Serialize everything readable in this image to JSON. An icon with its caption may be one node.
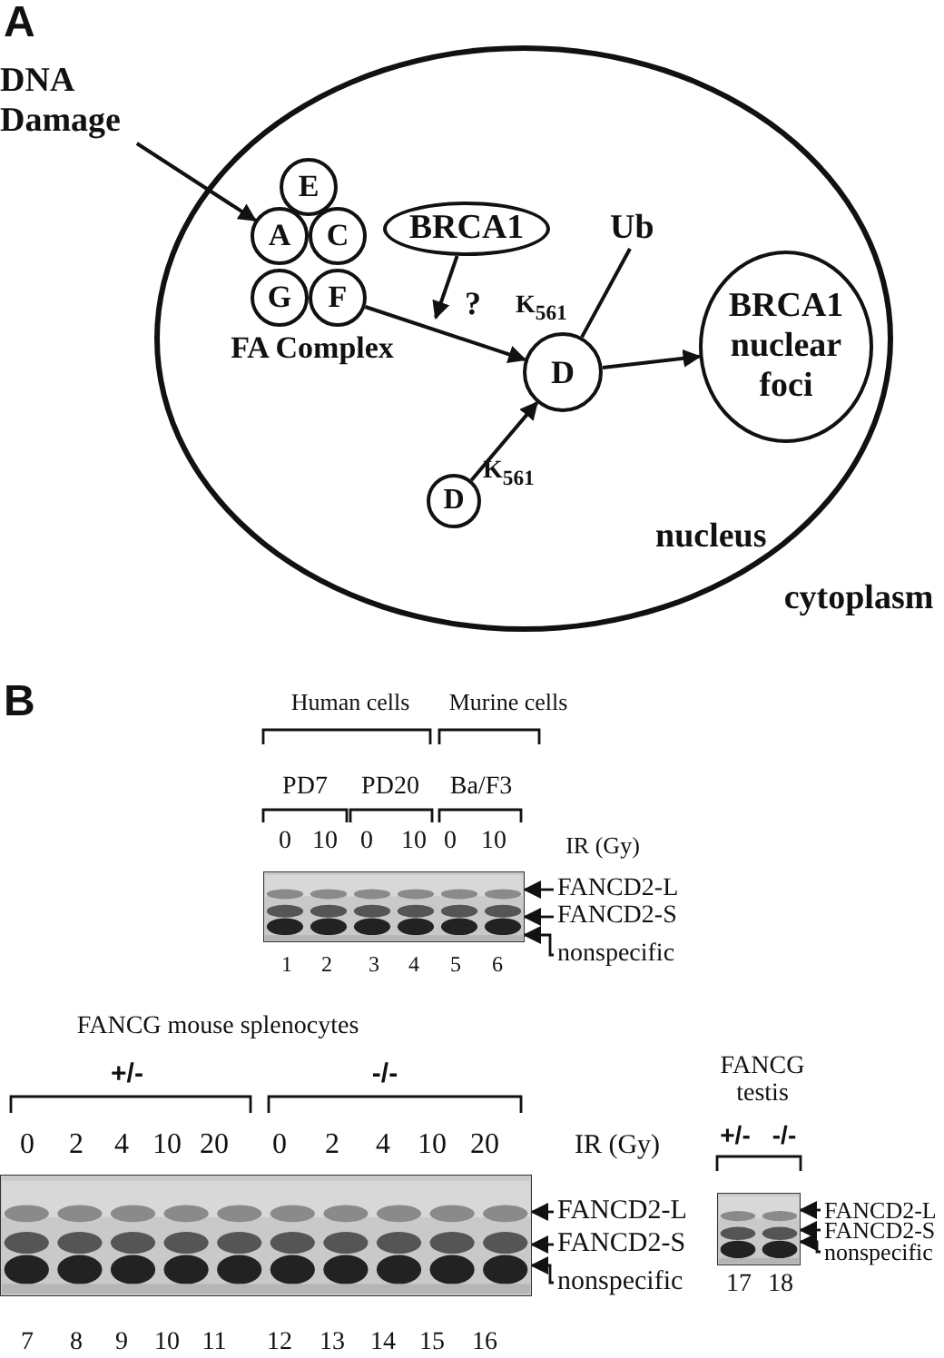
{
  "diagram": {
    "nodes": [
      {
        "text": [
          "DNA Damage"
        ]
      },
      {
        "text": [
          "nucleus"
        ]
      },
      {
        "text": [
          "E"
        ],
        "in": 1
      },
      {
        "text": [
          "A"
        ],
        "in": 1
      },
      {
        "text": [
          "C"
        ],
        "in": 1
      },
      {
        "text": [
          "G"
        ],
        "in": 1
      },
      {
        "text": [
          "F"
        ],
        "in": 1
      },
      {
        "text": [
          "BRCA1"
        ],
        "in": 1
      },
      {
        "text": [
          "Ub"
        ],
        "in": 1
      },
      {
        "text": [
          "D"
        ],
        "beside": [
          "K$_{561}$"
        ],
        "in": 1
      },
      {
        "text": [
          "BRCA1 nuclear foci"
        ],
        "in": 1
      },
      {
        "text": [
          "D"
        ],
        "beside": [
          "K$_{561}$"
        ],
        "in": 1
      },
      {
        "text": [],
        "shape": "picture"
      },
      {
        "text": [
          "FANCD2-L"
        ]
      },
      {
        "text": [
          "FANCD2-S"
        ]
      },
      {
        "text": [
          "nonspecific"
        ]
      },
      {
        "text": [],
        "shape": "picture"
      },
      {
        "text": [
          "FANCD2-L"
        ]
      },
      {
        "text": [
          "FANCD2-S"
        ]
      },
      {
        "text": [
          "nonspecific"
        ]
      },
      {
        "text": [],
        "shape": "picture"
      },
      {
        "text": [
          "FANCD2-L"
        ]
      },
      {
        "text": [
          "FANCD2-S"
        ]
      },
      {
        "text": [
          "nonspecific"
        ]
      }
    ],
    "edges": [
      {
        "from": 0,
        "to": 3,
        "arrow": "to"
      },
      {
        "from": 6,
        "to": 9,
        "arrow": "to"
      },
      {
        "from": 7,
        "to": null,
        "arrow": "to",
        "label": "?"
      },
      {
        "from": 8,
        "to": 9,
        "arrow": "none"
      },
      {
        "from": 11,
        "to": 9,
        "arrow": "to"
      },
      {
        "from": 9,
        "to": 10,
        "arrow": "to"
      },
      {
        "from": 13,
        "to": 12,
        "arrow": "to"
      },
      {
        "from": 14,
        "to": 12,
        "arrow": "to"
      },
      {
        "from": 15,
        "to": 12,
        "arrow": "to"
      },
      {
        "from": 17,
        "to": 16,
        "arrow": "to"
      },
      {
        "from": 18,
        "to": 16,
        "arrow": "to"
      },
      {
        "from": 19,
        "to": 16,
        "arrow": "to"
      },
      {
        "from": 21,
        "to": 20,
        "arrow": "to"
      },
      {
        "from": 22,
        "to": 20,
        "arrow": "to"
      },
      {
        "from": 23,
        "to": 20,
        "arrow": "to"
      }
    ],
    "labels": [
      "A",
      "FA Complex",
      "cytoplasm",
      "B",
      "Human cells",
      "Murine cells",
      "PD7",
      "PD20",
      "Ba/F3",
      "0",
      "10",
      "0",
      "10",
      "0",
      "10",
      "IR (Gy)",
      "1",
      "2",
      "3",
      "4",
      "5",
      "6",
      "FANCG mouse splenocytes",
      "+/-",
      "-/-",
      "0",
      "2",
      "4",
      "10",
      "20",
      "0",
      "2",
      "4",
      "10",
      "20",
      "IR (Gy)",
      "7",
      "8",
      "9",
      "10",
      "11",
      "12",
      "13",
      "14",
      "15",
      "16",
      "FANCG testis",
      "+/-",
      "-/-",
      "17",
      "18"
    ]
  }
}
